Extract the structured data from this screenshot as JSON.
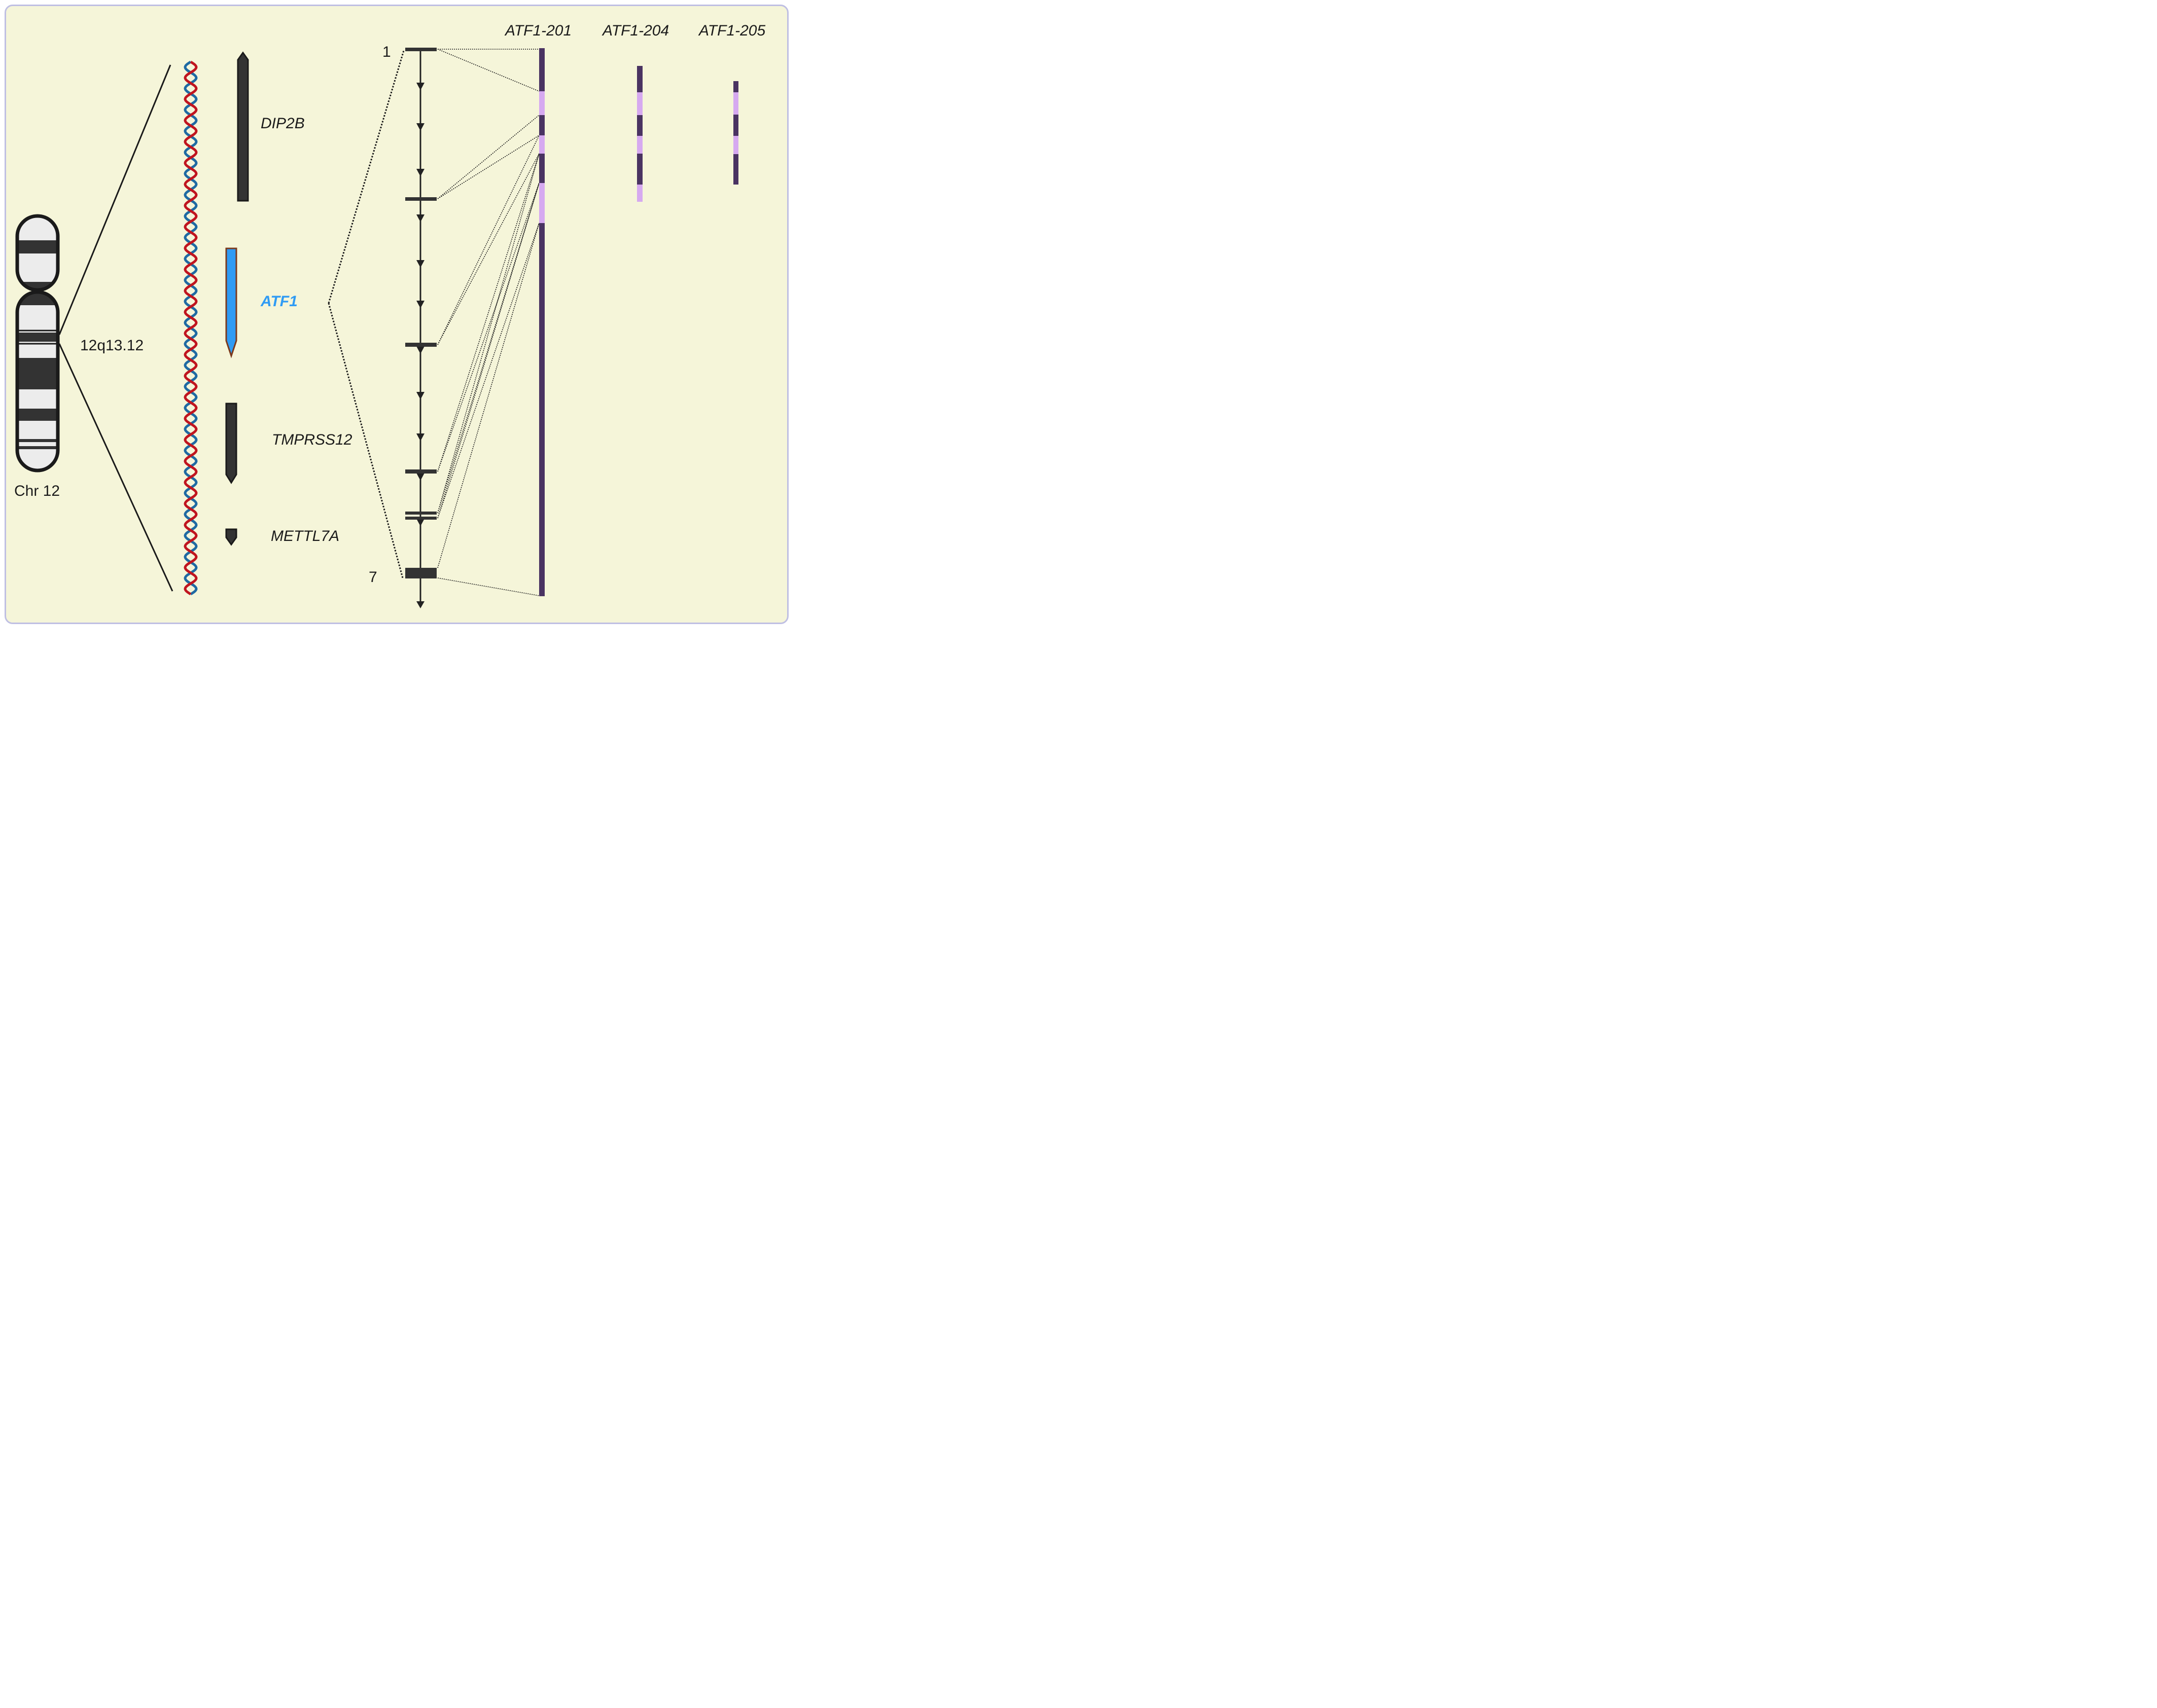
{
  "chromosome": {
    "name": "Chr 12",
    "band": "12q13.12"
  },
  "genes": [
    {
      "name": "DIP2B",
      "color": "#333333",
      "strand": "plus"
    },
    {
      "name": "ATF1",
      "color": "#2f9bf4",
      "outline": "#7a3a1e",
      "strand": "minus",
      "highlight": true
    },
    {
      "name": "TMPRSS12",
      "color": "#333333",
      "strand": "minus"
    },
    {
      "name": "METTL7A",
      "color": "#333333",
      "strand": "minus"
    }
  ],
  "exon_labels": {
    "first": "1",
    "last": "7"
  },
  "transcripts": [
    {
      "name": "ATF1-201"
    },
    {
      "name": "ATF1-204"
    },
    {
      "name": "ATF1-205"
    }
  ],
  "colors": {
    "background": "#f5f5d9",
    "border": "#bfbfe3",
    "dna_strand_1": "#c0151f",
    "dna_strand_2": "#1f6aa3",
    "exon_dark": "#4a3362",
    "exon_light": "#d6a9f0"
  }
}
